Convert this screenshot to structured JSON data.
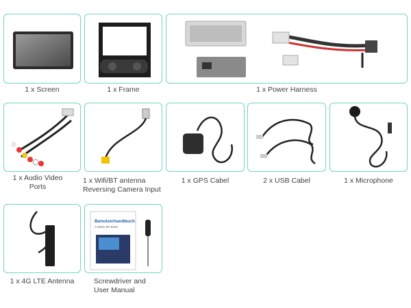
{
  "items": [
    {
      "label": "1 x Screen"
    },
    {
      "label": "1 x Frame"
    },
    {
      "label": "1 x Power Harness"
    },
    {
      "label": "1 x Audio Video\nPorts"
    },
    {
      "label": "1 x Wifi/BT antenna\nReversing Camera Input"
    },
    {
      "label": "1 x GPS Cabel"
    },
    {
      "label": "2 x USB Cabel"
    },
    {
      "label": "1 x Microphone"
    },
    {
      "label": "1 x 4G LTE Antenna"
    },
    {
      "label": "Screwdriver and\nUser Manual"
    }
  ],
  "manual": {
    "title": "Benutzerhandbuch",
    "subtitle": "A-Serie ZS-Serie"
  },
  "colors": {
    "card_border": "#6fd4c4"
  }
}
